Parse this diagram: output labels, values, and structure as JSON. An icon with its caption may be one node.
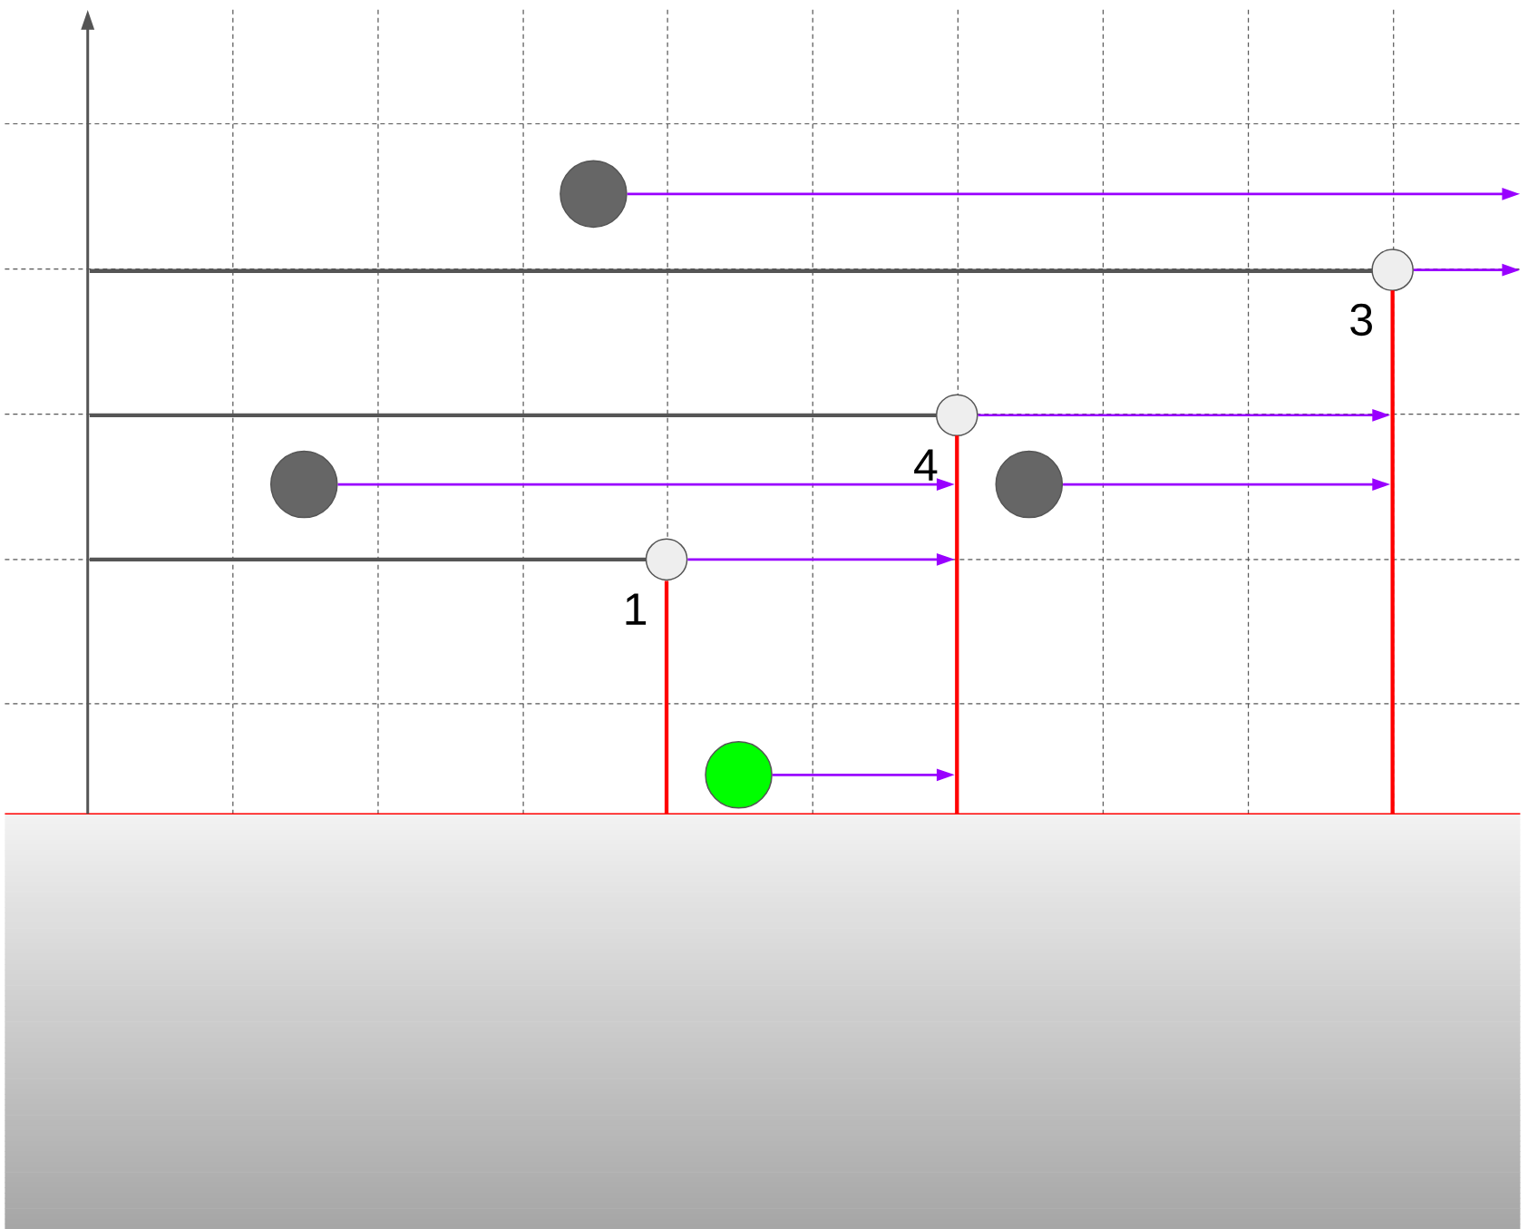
{
  "diagram": {
    "nodes": [
      {
        "text": [],
        "shape": "circle"
      },
      {
        "text": [],
        "shape": "circle",
        "beside": [
          "3"
        ]
      },
      {
        "text": [],
        "shape": "circle",
        "beside": [
          "4"
        ]
      },
      {
        "text": [],
        "shape": "circle"
      },
      {
        "text": [],
        "shape": "circle"
      },
      {
        "text": [],
        "shape": "circle",
        "beside": [
          "1"
        ]
      },
      {
        "text": [],
        "shape": "circle"
      },
      {
        "text": [],
        "shape": "bar"
      },
      {
        "text": [],
        "shape": "bar"
      },
      {
        "text": [],
        "shape": "bar"
      }
    ],
    "edges": [
      {
        "from": 0,
        "to": null,
        "arrow": "to"
      },
      {
        "from": 1,
        "to": null,
        "arrow": "to"
      },
      {
        "from": 2,
        "to": 9,
        "arrow": "to"
      },
      {
        "from": 3,
        "to": 8,
        "arrow": "to"
      },
      {
        "from": 4,
        "to": 9,
        "arrow": "to"
      },
      {
        "from": 5,
        "to": 8,
        "arrow": "to"
      },
      {
        "from": 6,
        "to": 8,
        "arrow": "to"
      }
    ]
  }
}
